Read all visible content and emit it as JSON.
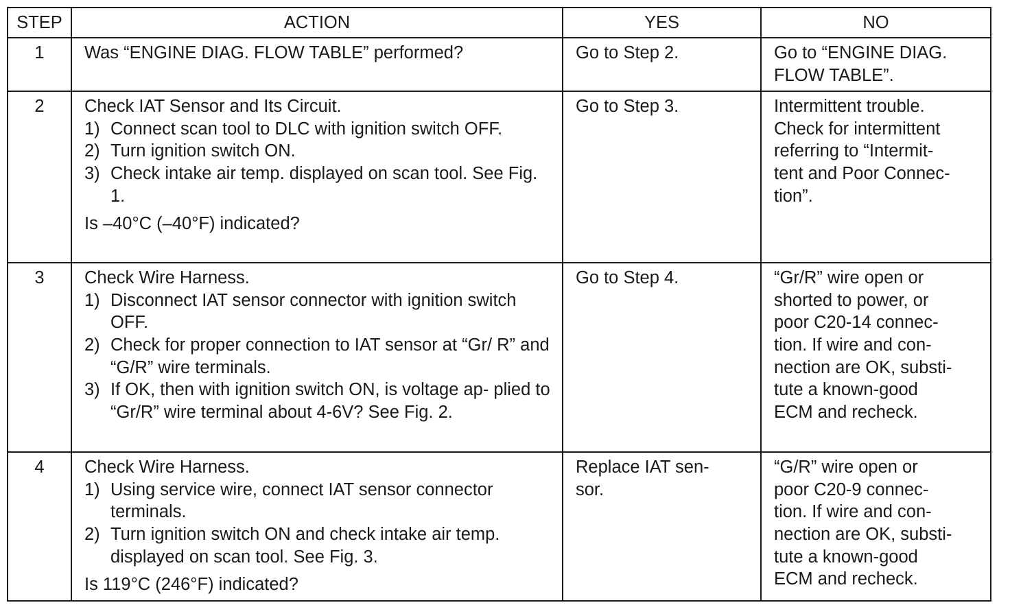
{
  "header": {
    "step": "STEP",
    "action": "ACTION",
    "yes": "YES",
    "no": "NO"
  },
  "rows": [
    {
      "step": "1",
      "title": "Was “ENGINE DIAG. FLOW TABLE” performed?",
      "items": [],
      "question": "",
      "yes": "Go to Step 2.",
      "no": "Go to “ENGINE DIAG.\nFLOW TABLE”."
    },
    {
      "step": "2",
      "title": "Check IAT Sensor and Its Circuit.",
      "items": [
        {
          "num": "1)",
          "text": "Connect scan tool to DLC with ignition switch OFF."
        },
        {
          "num": "2)",
          "text": "Turn ignition switch ON."
        },
        {
          "num": "3)",
          "text": "Check intake air temp. displayed on scan tool. See Fig. 1."
        }
      ],
      "question": "Is –40°C (–40°F) indicated?",
      "yes": "Go to Step 3.",
      "no": "Intermittent trouble.\nCheck for intermittent\nreferring to “Intermit-\ntent and Poor Connec-\ntion”."
    },
    {
      "step": "3",
      "title": "Check Wire Harness.",
      "items": [
        {
          "num": "1)",
          "text": "Disconnect IAT sensor connector with ignition switch OFF."
        },
        {
          "num": "2)",
          "text": "Check for proper connection to IAT sensor at “Gr/ R” and “G/R” wire terminals."
        },
        {
          "num": "3)",
          "text": "If OK, then with ignition switch ON, is voltage ap- plied to “Gr/R” wire terminal about 4-6V? See Fig. 2."
        }
      ],
      "question": "",
      "yes": "Go to Step 4.",
      "no": "“Gr/R” wire open or\nshorted to power, or\npoor C20-14 connec-\ntion. If wire and con-\nnection are OK, substi-\ntute a known-good\nECM and recheck."
    },
    {
      "step": "4",
      "title": "Check Wire Harness.",
      "items": [
        {
          "num": "1)",
          "text": "Using service wire, connect IAT sensor connector terminals."
        },
        {
          "num": "2)",
          "text": "Turn ignition switch ON and check intake air temp. displayed on scan tool. See Fig. 3."
        }
      ],
      "question": "Is 119°C (246°F) indicated?",
      "yes": "Replace IAT sen-\nsor.",
      "no": "“G/R” wire open or\npoor C20-9 connec-\ntion. If wire and con-\nnection are OK, substi-\ntute a known-good\nECM and recheck."
    }
  ]
}
